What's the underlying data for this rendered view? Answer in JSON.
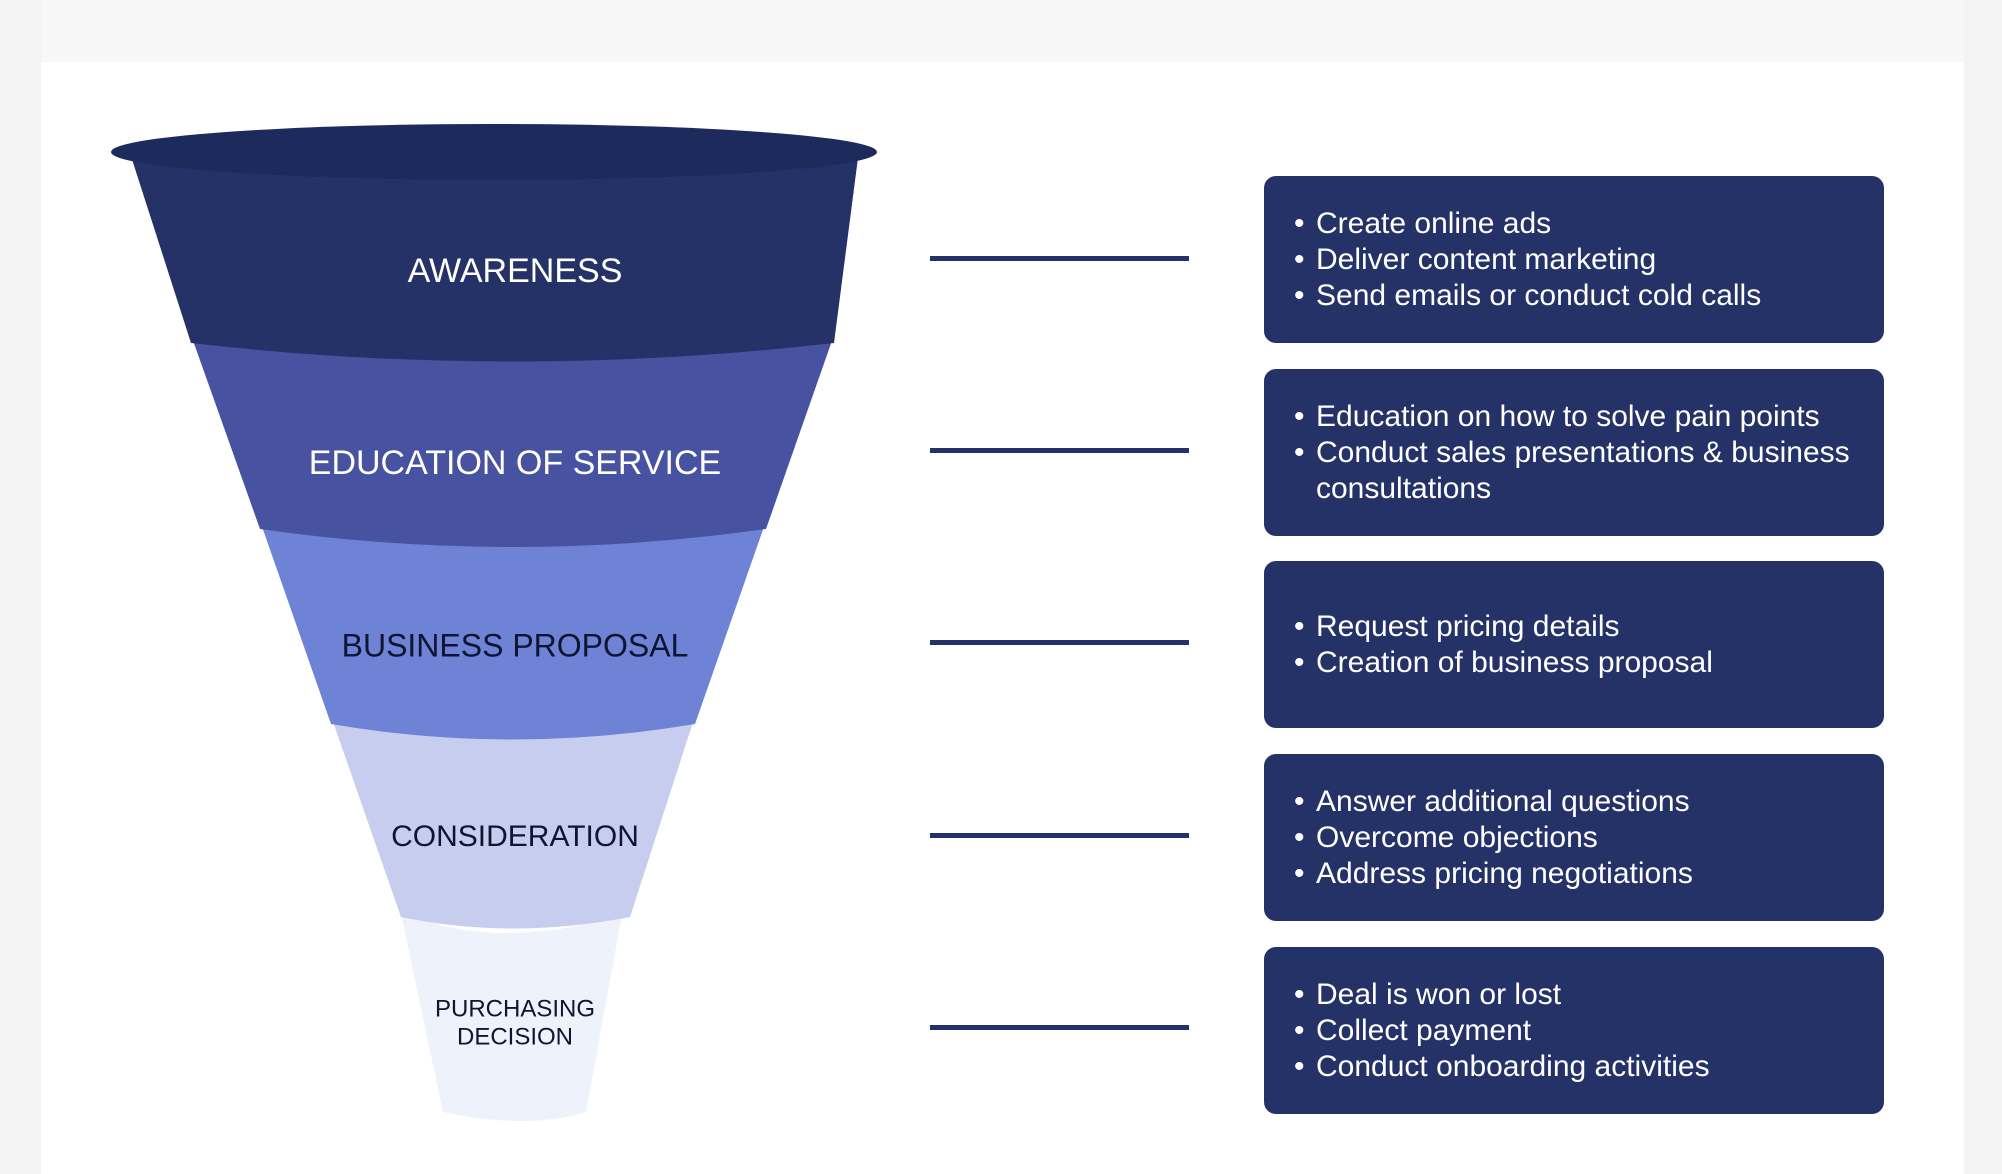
{
  "colors": {
    "dark_navy": "#253268",
    "rim": "#1c2a5c",
    "awareness": "#253268",
    "education": "#4753a1",
    "proposal": "#6e82d6",
    "consideration": "#c7cdef",
    "purchasing": "#eef2fb"
  },
  "stages": [
    {
      "name": "AWARENESS",
      "bullets": [
        "Create online ads",
        "Deliver content marketing",
        "Send emails or conduct cold calls"
      ]
    },
    {
      "name": "EDUCATION OF SERVICE",
      "bullets": [
        "Education on how to solve pain points",
        "Conduct sales presentations & business consultations"
      ]
    },
    {
      "name": "BUSINESS PROPOSAL",
      "bullets": [
        "Request pricing details",
        "Creation of business proposal"
      ]
    },
    {
      "name": "CONSIDERATION",
      "bullets": [
        "Answer additional questions",
        "Overcome objections",
        "Address pricing negotiations"
      ]
    },
    {
      "name": "PURCHASING DECISION",
      "name_lines": [
        "PURCHASING",
        "DECISION"
      ],
      "bullets": [
        "Deal is won or lost",
        "Collect payment",
        "Conduct onboarding activities"
      ]
    }
  ]
}
